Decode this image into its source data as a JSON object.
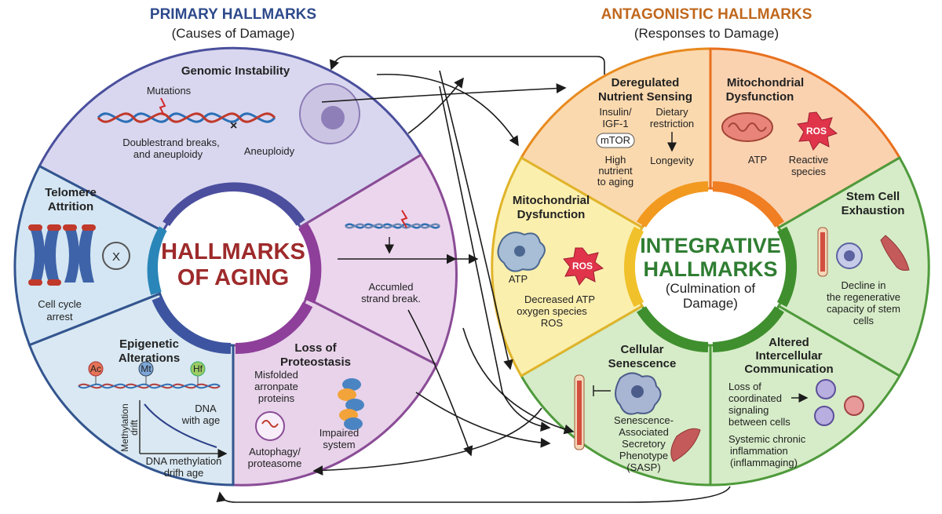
{
  "headers": {
    "left_title": "PRIMARY HALLMARKS",
    "left_sub": "(Causes of Damage)",
    "right_title": "ANTAGONISTIC HALLMARKS",
    "right_sub": "(Responses to Damage)"
  },
  "center_left": {
    "line1": "HALLMARKS",
    "line2": "OF AGING"
  },
  "center_right": {
    "line1": "INTEGRATIVE",
    "line2": "HALLMARKS",
    "line3": "(Culmination of",
    "line4": "Damage)"
  },
  "left_segments": {
    "genomic": {
      "title": "Genomic Instability",
      "mutations": "Mutations",
      "dsb1": "Doublestrand breaks,",
      "dsb2": "and aneuploidy",
      "aneuploidy": "Aneuploidy"
    },
    "telomere": {
      "title1": "Telomere",
      "title2": "Attrition",
      "note1": "Cell cycle",
      "note2": "arrest"
    },
    "epigenetic": {
      "title1": "Epigenetic",
      "title2": "Alterations",
      "tag_ac": "Ac",
      "tag_mt": "Mt",
      "tag_hf": "Hf",
      "axis_y1": "Methylation",
      "axis_y2": "drift",
      "dna1": "DNA",
      "dna2": "with age",
      "xlab1": "DNA methylation",
      "xlab2": "drifh age"
    },
    "proteostasis": {
      "title1": "Loss of",
      "title2": "Proteostasis",
      "mis1": "Misfolded",
      "mis2": "arronpate",
      "mis3": "proteins",
      "imp1": "Impaired",
      "imp2": "system",
      "auto1": "Autophagy/",
      "auto2": "proteasome"
    },
    "strand": {
      "note1": "Accumled",
      "note2": "strand break."
    }
  },
  "right_segments": {
    "nutrient": {
      "title1": "Deregulated",
      "title2": "Nutrient Sensing",
      "ins1": "Insulin/",
      "ins2": "IGF-1",
      "diet1": "Dietary",
      "diet2": "restriction",
      "mtor": "mTOR",
      "high1": "High",
      "high2": "nutrient",
      "high3": "to aging",
      "longevity": "Longevity"
    },
    "mito_top": {
      "title1": "Mitochondrial",
      "title2": "Dysfunction",
      "ros": "ROS",
      "atp": "ATP",
      "react1": "Reactive",
      "react2": "species"
    },
    "mito_left": {
      "title1": "Mitochondrial",
      "title2": "Dysfunction",
      "ros": "ROS",
      "atp": "ATP",
      "dec1": "Decreased ATP",
      "dec2": "oxygen species",
      "dec3": "ROS"
    },
    "stem": {
      "title1": "Stem Cell",
      "title2": "Exhaustion",
      "d1": "Decline in",
      "d2": "the regenerative",
      "d3": "capacity of stem",
      "d4": "cells"
    },
    "senescence": {
      "title1": "Cellular",
      "title2": "Senescence",
      "s1": "Senescence-",
      "s2": "Associated",
      "s3": "Secretory",
      "s4": "Phenotype",
      "s5": "(SASP)"
    },
    "intercell": {
      "title1": "Altered",
      "title2": "Intercellular",
      "title3": "Communication",
      "l1": "Loss of",
      "l2": "coordinated",
      "l3": "signaling",
      "l4": "between cells",
      "c1": "Systemic chronic",
      "c2": "inflammation",
      "c3": "(inflammaging)"
    }
  },
  "colors": {
    "genomic": "#d9d7ef",
    "telomere": "#d4e6f3",
    "epigenetic": "#d9e8f2",
    "proteostasis": "#e8d3ea",
    "strand": "#ecd6ee",
    "nutrient": "#fbd9ae",
    "mito_top": "#fbd2b0",
    "mito_left": "#fbefae",
    "stem": "#d6ecc8",
    "senescence": "#d6ecc8",
    "intercell": "#d6ecc8",
    "title_red": "#9e2a2b",
    "title_green": "#2f7d32"
  }
}
